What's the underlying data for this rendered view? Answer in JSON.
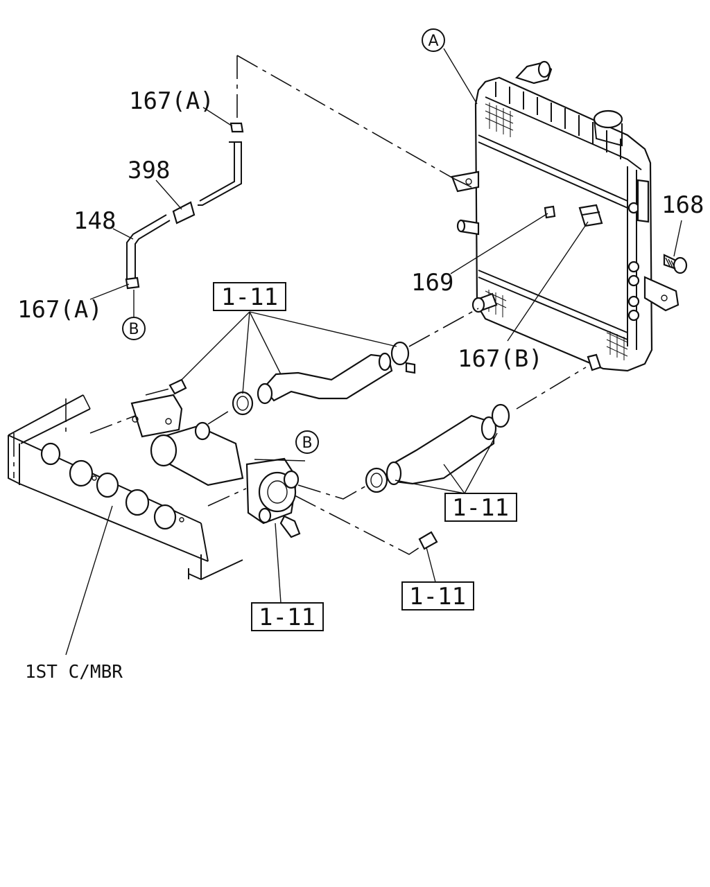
{
  "diagram": {
    "labels": {
      "circle_a": "A",
      "circle_b_lower": "B",
      "circle_b_mid": "B",
      "p167a_top": "167(A)",
      "p398": "398",
      "p148": "148",
      "p167a_bottom": "167(A)",
      "p168": "168",
      "p169": "169",
      "p167b": "167(B)",
      "ref_box_1": "1-11",
      "ref_box_2": "1-11",
      "ref_box_3": "1-11",
      "ref_box_4": "1-11",
      "frame_label": "1ST C/MBR"
    }
  }
}
